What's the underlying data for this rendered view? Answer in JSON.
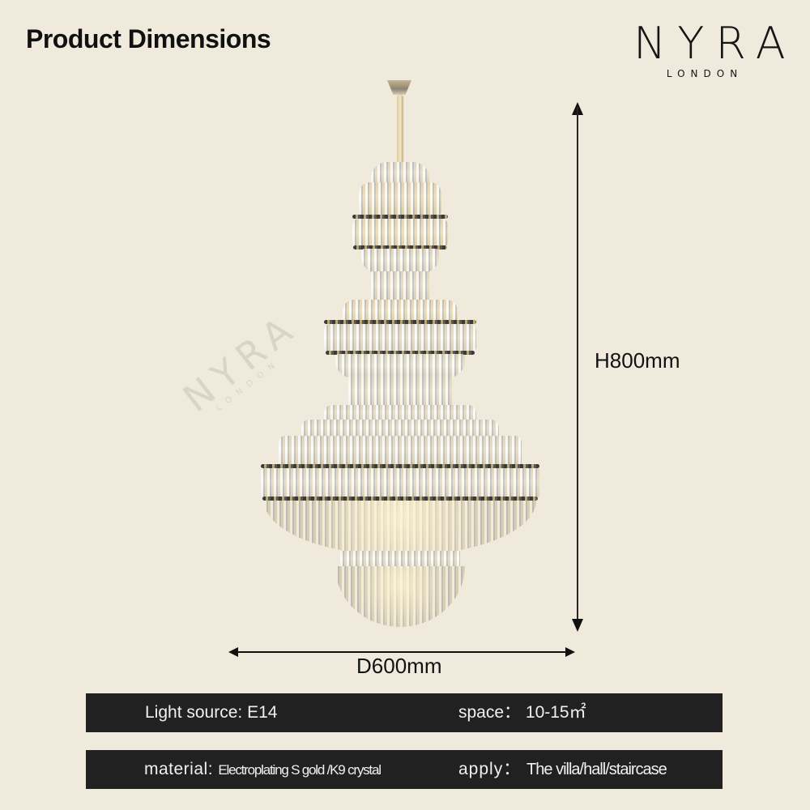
{
  "header": {
    "title": "Product Dimensions",
    "brand_name": "NYRA",
    "brand_sub": "LONDON"
  },
  "watermark": {
    "name": "NYRA",
    "sub": "LONDON"
  },
  "product": {
    "image_icon": "crystal-chandelier"
  },
  "dimensions": {
    "height_label": "H800mm",
    "diameter_label": "D600mm"
  },
  "specs": {
    "row1": {
      "light_source_label": "Light source:",
      "light_source_value": "E14",
      "space_label": "space：",
      "space_value": "10-15㎡"
    },
    "row2": {
      "material_label": "material:",
      "material_value": "Electroplating S gold /K9 crystal",
      "apply_label": "apply：",
      "apply_value": "The villa/hall/staircase"
    }
  },
  "colors": {
    "background": "#efeadc",
    "bar": "#222121",
    "bar_text": "#f0f0f0",
    "text": "#111111"
  }
}
